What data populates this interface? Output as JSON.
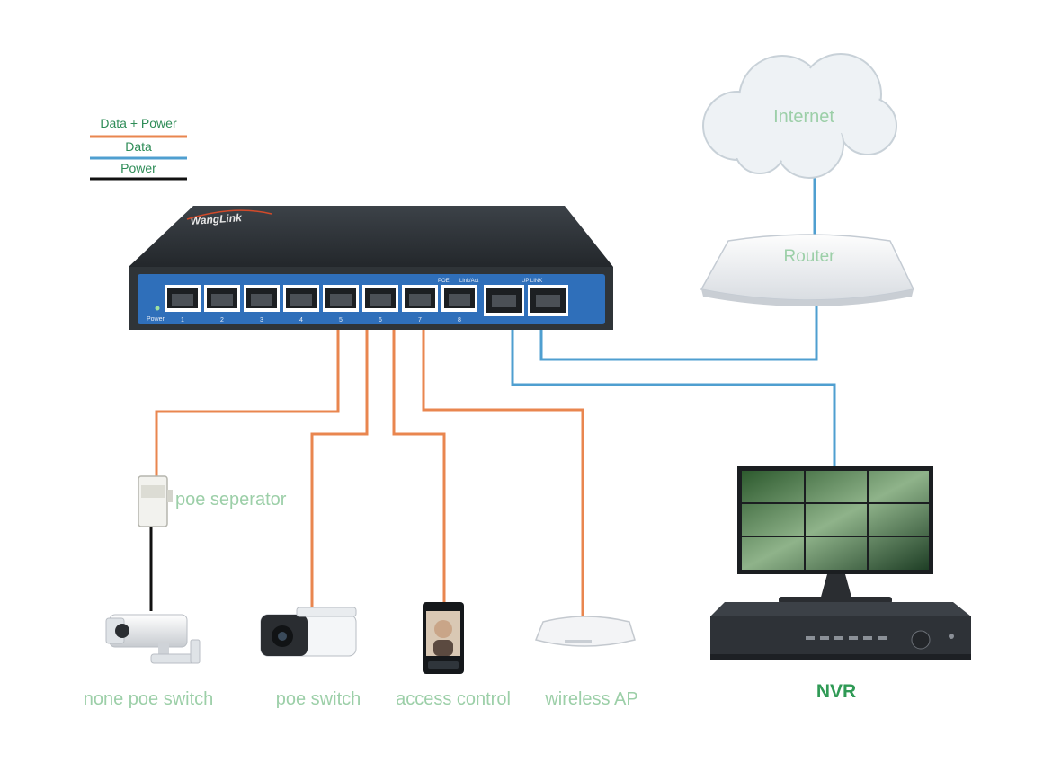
{
  "legend": {
    "items": [
      {
        "label": "Data + Power",
        "color": "#e9864f"
      },
      {
        "label": "Data",
        "color": "#4f9fd0"
      },
      {
        "label": "Power",
        "color": "#111111"
      }
    ]
  },
  "switch": {
    "brand": "WangLink",
    "power_label": "Power",
    "poe_label": "POE",
    "link_label": "Link/Act",
    "uplink_label": "UP LINK",
    "ports": [
      "1",
      "2",
      "3",
      "4",
      "5",
      "6",
      "7",
      "8"
    ]
  },
  "labels": {
    "internet": "Internet",
    "router": "Router",
    "poe_separator": "poe seperator",
    "none_poe_switch": "none poe switch",
    "poe_switch": "poe switch",
    "access_control": "access control",
    "wireless_ap": "wireless AP",
    "nvr": "NVR"
  },
  "colors": {
    "data_power": "#e9864f",
    "data": "#4f9fd0",
    "power": "#111111",
    "label_green": "#9ccfa8",
    "legend_text": "#2e8c57",
    "nvr_text": "#2f9a55",
    "switch_body": "#2f3438",
    "switch_panel": "#2f6fba"
  }
}
